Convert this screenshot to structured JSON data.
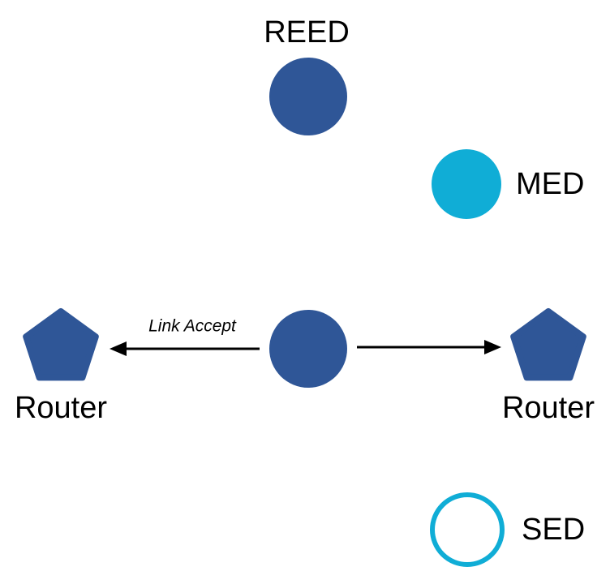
{
  "diagram": {
    "background": "#FFFFFF",
    "colors": {
      "filled_node": "#2F5697",
      "powered_node": "#10ADD6",
      "sed_fill": "#FFFFFF",
      "arrow": "#000000",
      "text": "#000000"
    },
    "labels": {
      "reed": "REED",
      "med": "MED",
      "sed": "SED",
      "router_left": "Router",
      "router_right": "Router",
      "link_accept": "Link Accept"
    }
  }
}
